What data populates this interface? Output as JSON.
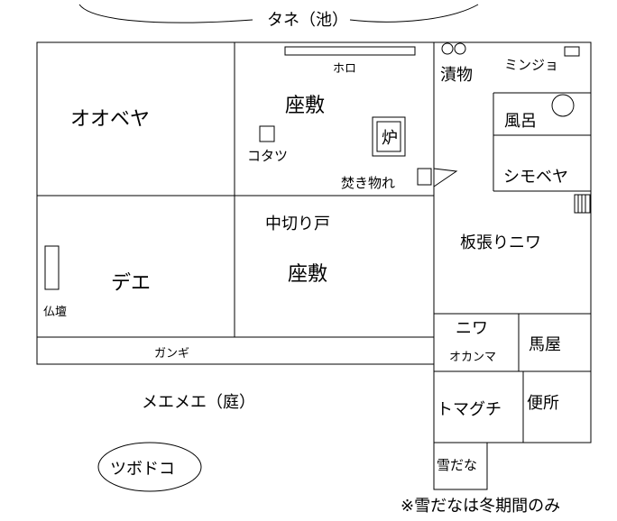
{
  "labels": {
    "pond": "タネ（池）",
    "oobeya": "オオベヤ",
    "zashiki_top": "座敷",
    "horo": "ホロ",
    "kotatsu": "コタツ",
    "ro": "炉",
    "takimono": "焚き物れ",
    "tsukemono": "漬物",
    "minjo": "ミンジョ",
    "furo": "風呂",
    "shimobeya": "シモベヤ",
    "itabari_niwa": "板張りニワ",
    "nakakirido": "中切り戸",
    "zashiki_bottom": "座敷",
    "dee": "デエ",
    "butsudan": "仏壇",
    "gangi": "ガンギ",
    "niwa": "ニワ",
    "okanma": "オカンマ",
    "umaya": "馬屋",
    "mememe": "メエメエ（庭）",
    "tomaguchi": "トマグチ",
    "benjo": "便所",
    "yukidana": "雪だな",
    "tsubodoko": "ツボドコ",
    "note": "※雪だなは冬期間のみ"
  }
}
